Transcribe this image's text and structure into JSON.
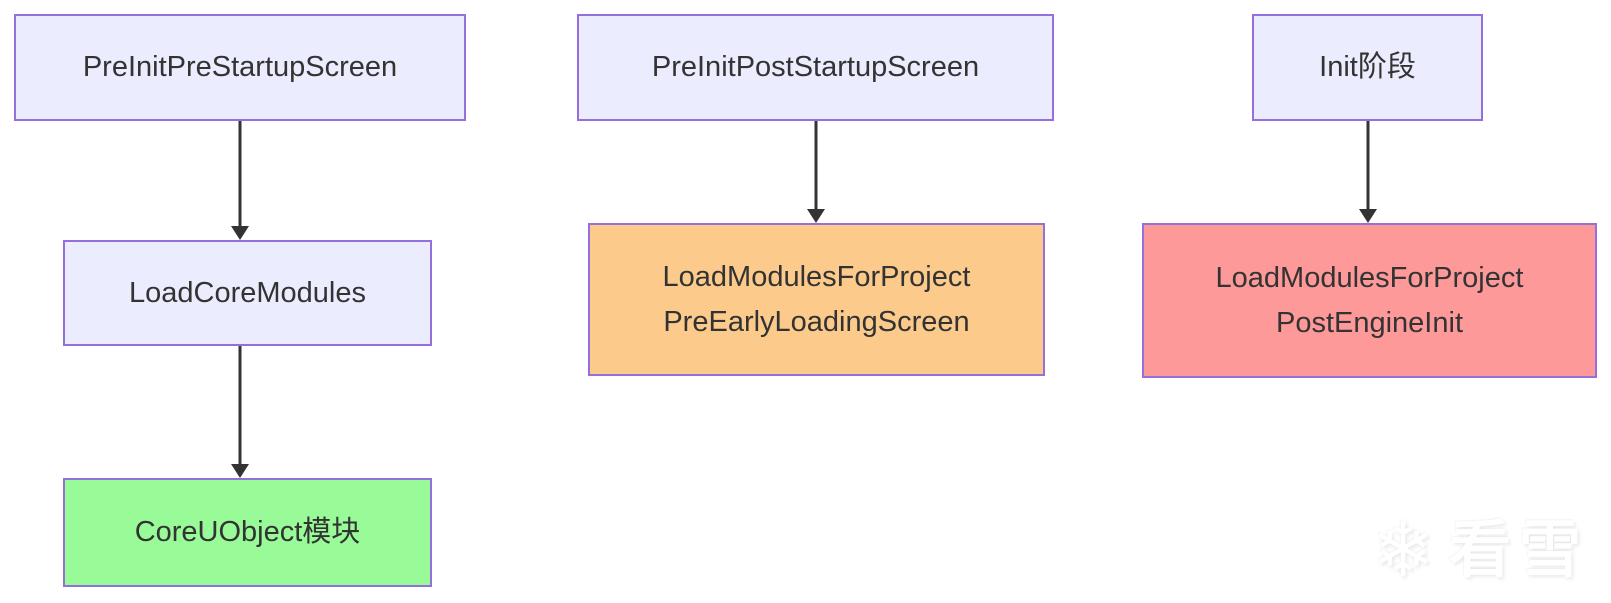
{
  "diagram_type": "flowchart-vertical",
  "colors": {
    "background": "#ffffff",
    "node-fill": "#ECECFF",
    "node-border": "#9370DB",
    "green-fill": "#98FB98",
    "orange-fill": "#FCCB8C",
    "red-fill": "#FE9999",
    "edge-color": "#333333",
    "text-color": "#333333"
  },
  "nodes": {
    "a1": {
      "label": "PreInitPreStartupScreen"
    },
    "a2": {
      "label": "LoadCoreModules"
    },
    "a3": {
      "label": "CoreUObject模块"
    },
    "b1": {
      "label": "PreInitPostStartupScreen"
    },
    "b2": {
      "line1": "LoadModulesForProject",
      "line2": "PreEarlyLoadingScreen"
    },
    "c1": {
      "label": "Init阶段"
    },
    "c2": {
      "line1": "LoadModulesForProject",
      "line2": "PostEngineInit"
    }
  },
  "edges": [
    {
      "from": "PreInitPreStartupScreen",
      "to": "LoadCoreModules"
    },
    {
      "from": "LoadCoreModules",
      "to": "CoreUObject模块"
    },
    {
      "from": "PreInitPostStartupScreen",
      "to": "LoadModulesForProject PreEarlyLoadingScreen"
    },
    {
      "from": "Init阶段",
      "to": "LoadModulesForProject PostEngineInit"
    }
  ],
  "watermark": {
    "icon_glyph": "❄",
    "text": "看雪"
  }
}
